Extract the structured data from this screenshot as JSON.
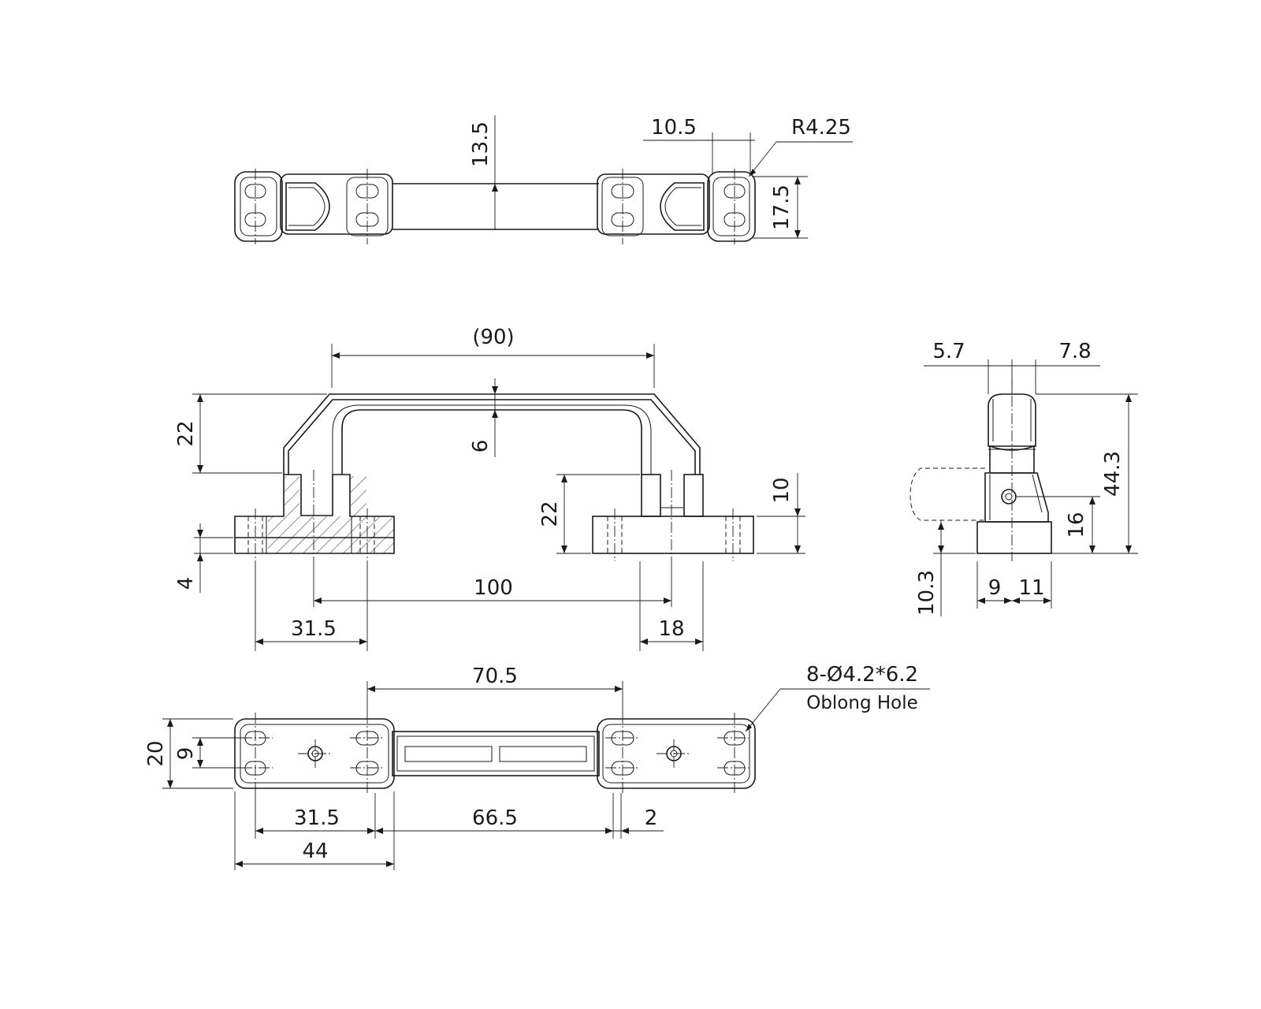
{
  "dimensions": {
    "top_height": "13.5",
    "top_radius_offset": "10.5",
    "top_radius": "R4.25",
    "top_width": "17.5",
    "front_span": "(90)",
    "front_height": "22",
    "front_rib": "6",
    "front_right_height": "22",
    "front_base": "10",
    "front_plate": "4",
    "front_center": "100",
    "front_left_holes": "31.5",
    "front_right_holes": "18",
    "side_left": "5.7",
    "side_right": "7.8",
    "side_total": "44.3",
    "side_pivot": "16",
    "side_base": "10.3",
    "side_base_left": "9",
    "side_base_right": "11",
    "bottom_span": "70.5",
    "bottom_width": "20",
    "bottom_hole_pitch": "9",
    "bottom_left_holes": "31.5",
    "bottom_center": "66.5",
    "bottom_gap": "2",
    "bottom_plate": "44"
  },
  "notes": {
    "hole_spec": "8-Ø4.2*6.2",
    "hole_type": "Oblong Hole"
  }
}
